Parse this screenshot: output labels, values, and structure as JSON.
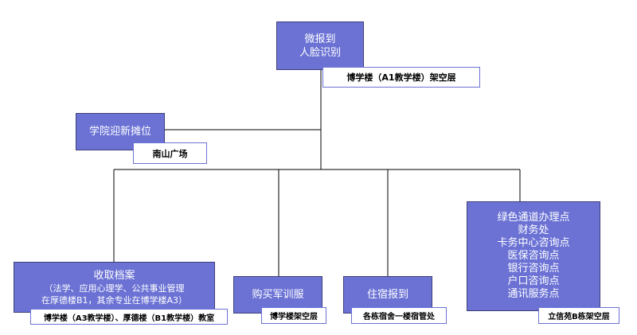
{
  "colors": {
    "box_fill": "#6b72d4",
    "box_border": "#3d3f7a",
    "line": "#000000",
    "tag_border": "#6b72d4"
  },
  "top": {
    "lines": [
      "微报到",
      "人脸识别"
    ],
    "tag": "博学楼（A1教学楼）架空层"
  },
  "college": {
    "label": "学院迎新摊位",
    "tag": "南山广场"
  },
  "archives": {
    "lines": [
      "收取档案",
      "（法学、应用心理学、公共事业管理",
      "在厚德楼B1，其余专业在博学楼A3）"
    ],
    "tag": "博学楼（A3教学楼）、厚德楼（B1教学楼）教室"
  },
  "uniform": {
    "label": "购买军训服",
    "tag": "博学楼架空层"
  },
  "dorm": {
    "label": "住宿报到",
    "tag": "各栋宿舍一楼宿管处"
  },
  "services": {
    "lines": [
      "绿色通道办理点",
      "财务处",
      "卡务中心咨询点",
      "医保咨询点",
      "银行咨询点",
      "户口咨询点",
      "通讯服务点"
    ],
    "tag": "立信苑B栋架空层"
  }
}
